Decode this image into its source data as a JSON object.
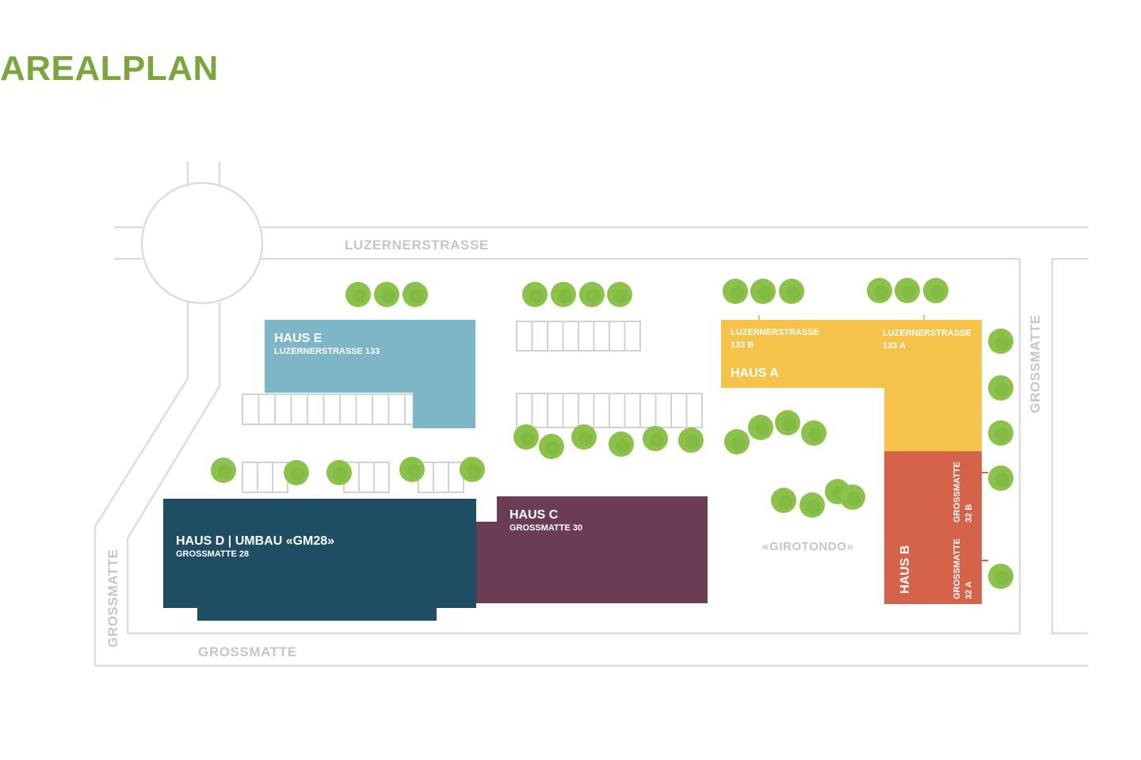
{
  "title": "AREALPLAN",
  "colors": {
    "title": "#7aa63c",
    "haus_a": "#f5c24a",
    "haus_b": "#d5634a",
    "haus_c": "#6b3d55",
    "haus_d": "#1f4d64",
    "haus_e": "#7db6c6",
    "tree": "#8bc34a",
    "road": "#dcdcdc",
    "street_label": "#c6c6c6"
  },
  "streets": {
    "luzernerstrasse": "LUZERNERSTRASSE",
    "grossmatte_bottom": "GROSSMATTE",
    "grossmatte_left": "GROSSMATTE",
    "grossmatte_right": "GROSSMATTE"
  },
  "buildings": {
    "haus_a": {
      "name": "HAUS A",
      "entrance_1": {
        "street": "LUZERNERSTRASSE",
        "number": "133 B"
      },
      "entrance_2": {
        "street": "LUZERNERSTRASSE",
        "number": "133 A"
      }
    },
    "haus_b": {
      "name": "HAUS B",
      "entrance_1": {
        "street": "GROSSMATTE",
        "number": "32 B"
      },
      "entrance_2": {
        "street": "GROSSMATTE",
        "number": "32 A"
      }
    },
    "haus_c": {
      "name": "HAUS C",
      "address": "GROSSMATTE 30"
    },
    "haus_d": {
      "name": "HAUS D | UMBAU «GM28»",
      "address": "GROSSMATTE 28"
    },
    "haus_e": {
      "name": "HAUS E",
      "address": "LUZERNERSTRASSE 133"
    }
  },
  "areas": {
    "girotondo": "«GIROTONDO»"
  },
  "icons": [
    "tree-icon",
    "parking-space-icon",
    "roundabout-icon"
  ]
}
